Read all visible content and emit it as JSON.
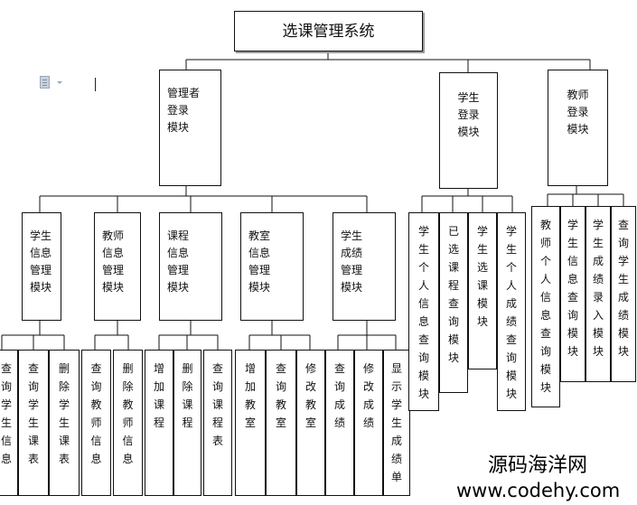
{
  "title": "选课管理系统",
  "modules": [
    {
      "label": "管理者\n登录\n模块"
    },
    {
      "label": "学生\n登录\n模块"
    },
    {
      "label": "教师\n登录\n模块"
    }
  ],
  "admin_submodules": [
    {
      "label": "学生\n信息\n管理\n模块"
    },
    {
      "label": "教师\n信息\n管理\n模块"
    },
    {
      "label": "课程\n信息\n管理\n模块"
    },
    {
      "label": "教室\n信息\n管理\n模块"
    },
    {
      "label": "学生\n成绩\n管理\n模块"
    }
  ],
  "admin_leaves": [
    {
      "label": "查\n询\n学\n生\n信\n息"
    },
    {
      "label": "查\n询\n学\n生\n课\n表"
    },
    {
      "label": "删\n除\n学\n生\n课\n表"
    },
    {
      "label": "查\n询\n教\n师\n信\n息"
    },
    {
      "label": "删\n除\n教\n师\n信\n息"
    },
    {
      "label": "增\n加\n课\n程"
    },
    {
      "label": "删\n除\n课\n程"
    },
    {
      "label": "查\n询\n课\n程\n表"
    },
    {
      "label": "增\n加\n教\n室"
    },
    {
      "label": "查\n询\n教\n室"
    },
    {
      "label": "修\n改\n教\n室"
    },
    {
      "label": "查\n询\n成\n绩"
    },
    {
      "label": "修\n改\n成\n绩"
    },
    {
      "label": "显\n示\n学\n生\n成\n绩\n单"
    }
  ],
  "student_leaves": [
    {
      "label": "学\n生\n个\n人\n信\n息\n查\n询\n模\n块"
    },
    {
      "label": "已\n选\n课\n程\n查\n询\n模\n块"
    },
    {
      "label": "学\n生\n选\n课\n模\n块"
    },
    {
      "label": "学\n生\n个\n人\n成\n绩\n查\n询\n模\n块"
    }
  ],
  "teacher_leaves": [
    {
      "label": "教\n师\n个\n人\n信\n息\n查\n询\n模\n块"
    },
    {
      "label": "学\n生\n信\n息\n查\n询\n模\n块"
    },
    {
      "label": "学\n生\n成\n绩\n录\n入\n模\n块"
    },
    {
      "label": "查\n询\n学\n生\n成\n绩\n模\n块"
    }
  ],
  "watermark": {
    "cn": "源码海洋网",
    "en": "www.codehy.com"
  }
}
